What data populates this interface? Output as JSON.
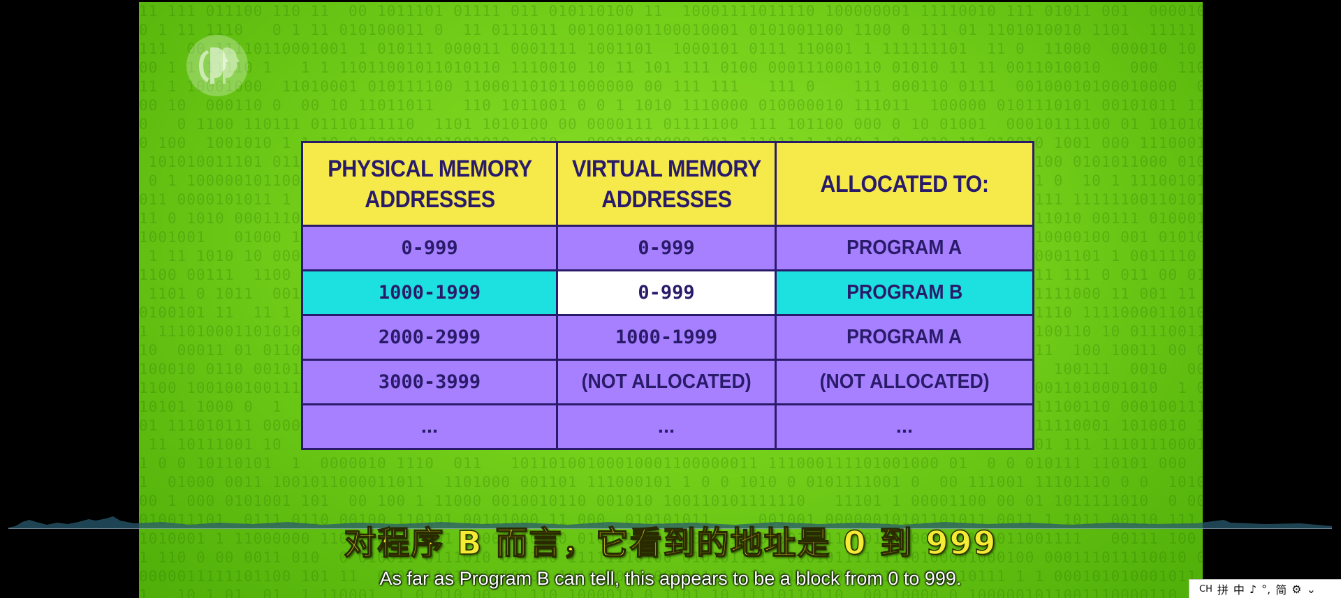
{
  "table": {
    "headers": [
      "PHYSICAL MEMORY\nADDRESSES",
      "VIRTUAL MEMORY\nADDRESSES",
      "ALLOCATED TO:"
    ],
    "rows": [
      [
        "0-999",
        "0-999",
        "PROGRAM A"
      ],
      [
        "1000-1999",
        "0-999",
        "PROGRAM B"
      ],
      [
        "2000-2999",
        "1000-1999",
        "PROGRAM A"
      ],
      [
        "3000-3999",
        "(NOT ALLOCATED)",
        "(NOT ALLOCATED)"
      ],
      [
        "...",
        "...",
        "..."
      ]
    ]
  },
  "subtitles": {
    "zh": "对程序 B 而言，它看到的地址是 0 到 999",
    "en": "As far as Program B can tell, this appears to be a block from 0 to 999."
  },
  "ime": {
    "mode": "CH",
    "items": [
      "拼",
      "中",
      "♪",
      "°,",
      "简",
      "⚙",
      "⌄"
    ]
  },
  "colors": {
    "background": "#74cf1a",
    "header": "#f6ea4a",
    "row": "#a680ff",
    "highlight": "#1de0e0",
    "highlight_virtual": "#ffffff",
    "border": "#2a1b6a",
    "subtitle_zh": "#f4ec34"
  },
  "icons": [
    "pbs-logo-icon"
  ]
}
